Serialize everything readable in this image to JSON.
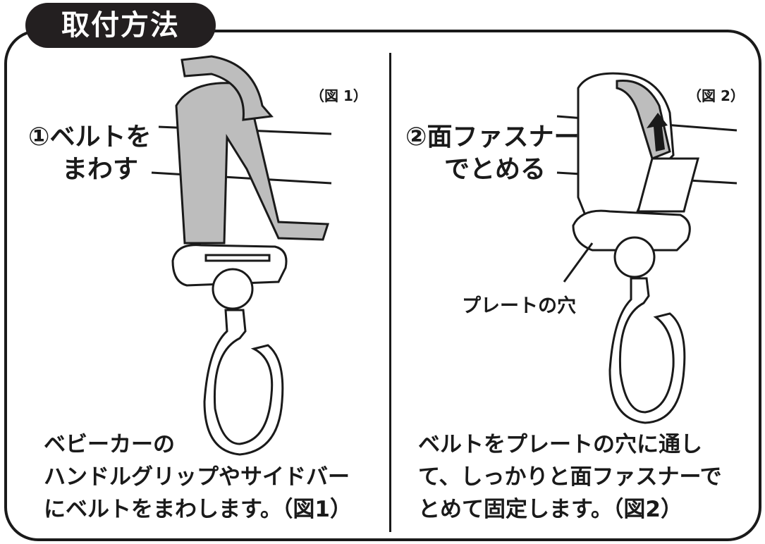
{
  "title": "取付方法",
  "left": {
    "figure_label": "（図 1）",
    "step_line1": "①ベルトを",
    "step_line2": "まわす",
    "desc_lines": [
      "ベビーカーの",
      "ハンドルグリップやサイドバー",
      "にベルトをまわします。（図1）"
    ]
  },
  "right": {
    "figure_label": "（図 2）",
    "step_line1": "②面ファスナー",
    "step_line2": "でとめる",
    "callout": "プレートの穴",
    "desc_lines": [
      "ベルトをプレートの穴に通し",
      "て、しっかりと面ファスナーで",
      "とめて固定します。（図2）"
    ]
  },
  "colors": {
    "ink": "#1a1a1a",
    "belt": "#bdbdbd",
    "tab": "#231f20"
  }
}
